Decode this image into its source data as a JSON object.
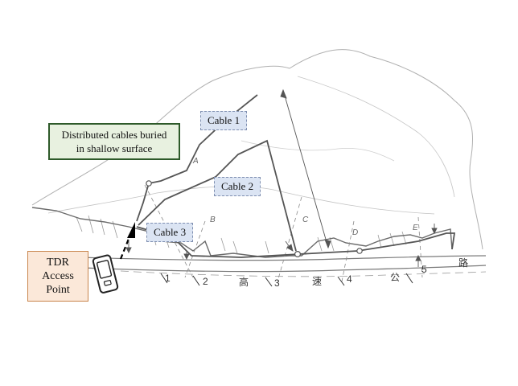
{
  "labels": {
    "cable1": "Cable 1",
    "cable2": "Cable 2",
    "cable3": "Cable 3",
    "note_line1": "Distributed cables buried",
    "note_line2": "in shallow surface",
    "tdr_line1": "TDR",
    "tdr_line2": "Access",
    "tdr_line3": "Point"
  },
  "road_text": {
    "c1": "高",
    "c2": "速",
    "c3": "公",
    "c4": "路"
  },
  "km_marks": [
    "1",
    "2",
    "3",
    "4",
    "5"
  ],
  "section_letters": [
    "A",
    "B",
    "C",
    "D",
    "E"
  ],
  "colors": {
    "cable_stroke": "#555555",
    "terrain_stroke": "#a8a8a8",
    "cable_label_fill": "#dbe4f3",
    "note_border": "#2e5a2a",
    "tdr_border": "#c9864e"
  },
  "icons": {
    "device": "handheld-tdr-device-icon"
  }
}
